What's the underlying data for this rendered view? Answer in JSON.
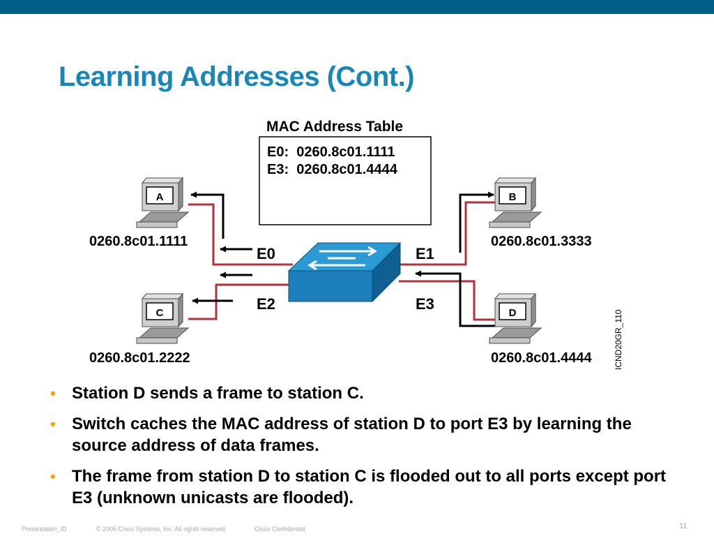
{
  "slide": {
    "title": "Learning Addresses (Cont.)",
    "colors": {
      "accent_bar": "#005f86",
      "title": "#1a86b7",
      "bullet": "#f0a500",
      "link": "#b3303a"
    }
  },
  "diagram": {
    "mac_table_title": "MAC Address Table",
    "mac_table_entries": [
      "E0:  0260.8c01.1111",
      "E3:  0260.8c01.4444"
    ],
    "stations": [
      {
        "label": "A",
        "mac": "0260.8c01.1111"
      },
      {
        "label": "B",
        "mac": "0260.8c01.3333"
      },
      {
        "label": "C",
        "mac": "0260.8c01.2222"
      },
      {
        "label": "D",
        "mac": "0260.8c01.4444"
      }
    ],
    "ports": [
      "E0",
      "E1",
      "E2",
      "E3"
    ],
    "figure_id": "ICND20GR_110",
    "icons": [
      "workstation-icon",
      "switch-icon"
    ]
  },
  "bullets": [
    "Station D sends a frame to station C.",
    "Switch caches the MAC address of station D to port E3 by learning the source address of data frames.",
    "The frame from station D to station C is flooded out to all ports except port E3 (unknown unicasts are flooded)."
  ],
  "footer": {
    "presentation_id": "Presentation_ID",
    "copyright": "© 2006 Cisco Systems, Inc. All rights reserved.",
    "confidential": "Cisco Confidential",
    "page_number": "11"
  }
}
